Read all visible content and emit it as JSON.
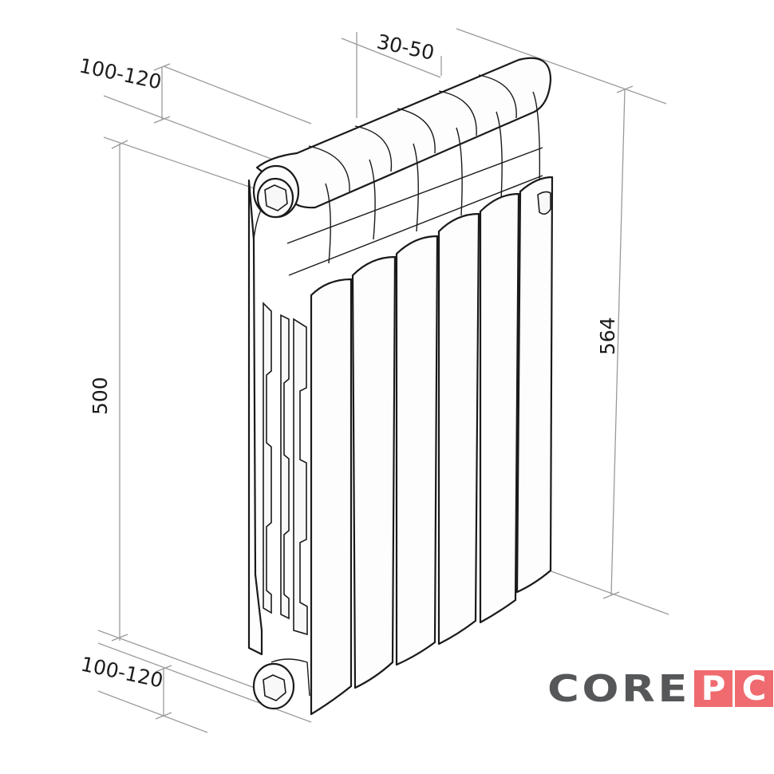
{
  "diagram": {
    "subject": "sectional aluminium radiator, 6 sections, isometric line drawing",
    "section_count": 6,
    "dimensions": {
      "top_depth": "100-120",
      "section_pitch": "30-50",
      "center_distance": "500",
      "total_height": "564",
      "bottom_depth": "100-120"
    }
  },
  "brand": {
    "logo_text_dark": "CORE",
    "logo_box_1": "P",
    "logo_box_2": "C",
    "colors": {
      "dark": "#555759",
      "accent": "#ef6b70"
    }
  }
}
